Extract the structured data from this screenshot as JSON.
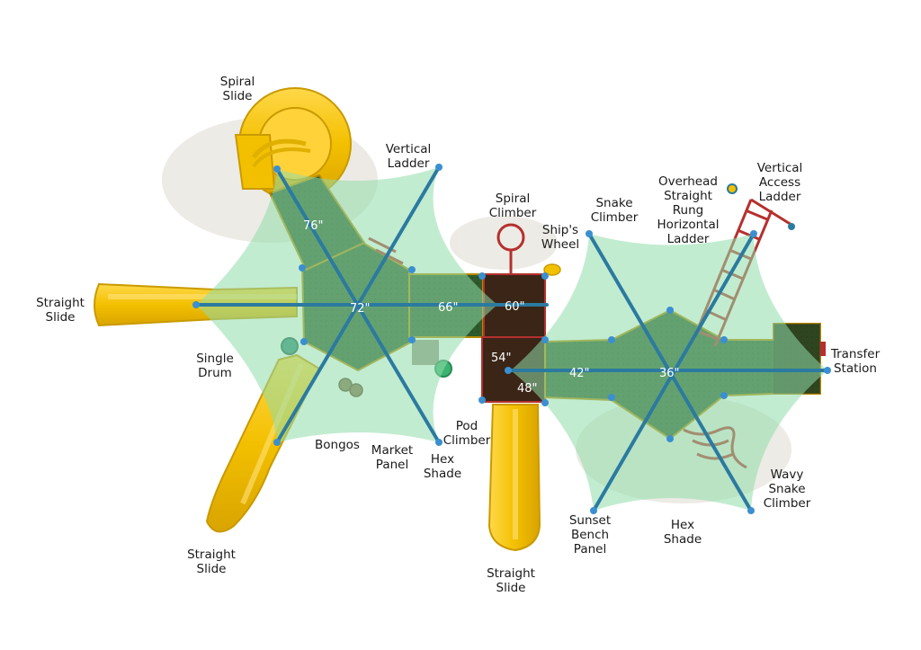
{
  "labels": {
    "spiral_slide": [
      "Spiral",
      "Slide"
    ],
    "vertical_ladder": [
      "Vertical",
      "Ladder"
    ],
    "spiral_climber": [
      "Spiral",
      "Climber"
    ],
    "ships_wheel": [
      "Ship's",
      "Wheel"
    ],
    "snake_climber": [
      "Snake",
      "Climber"
    ],
    "overhead_ladder": [
      "Overhead",
      "Straight",
      "Rung",
      "Horizontal",
      "Ladder"
    ],
    "vertical_access_ladder": [
      "Vertical",
      "Access",
      "Ladder"
    ],
    "straight_slide_left": [
      "Straight",
      "Slide"
    ],
    "single_drum": [
      "Single",
      "Drum"
    ],
    "transfer_station": [
      "Transfer",
      "Station"
    ],
    "bongos": [
      "Bongos"
    ],
    "market_panel": [
      "Market",
      "Panel"
    ],
    "hex_shade_left": [
      "Hex",
      "Shade"
    ],
    "pod_climber": [
      "Pod",
      "Climber"
    ],
    "wavy_snake_climber": [
      "Wavy",
      "Snake",
      "Climber"
    ],
    "straight_slide_bottom_left": [
      "Straight",
      "Slide"
    ],
    "sunset_bench_panel": [
      "Sunset",
      "Bench",
      "Panel"
    ],
    "hex_shade_right": [
      "Hex",
      "Shade"
    ],
    "straight_slide_bottom_center": [
      "Straight",
      "Slide"
    ]
  },
  "dimensions": {
    "d76": "76\"",
    "d72": "72\"",
    "d66": "66\"",
    "d60": "60\"",
    "d54": "54\"",
    "d48": "48\"",
    "d42": "42\"",
    "d36": "36\""
  },
  "colors": {
    "deck": "#2f5a2c",
    "shade": "#7fd4a0",
    "slide": "#f2c200",
    "post": "#2b7aa0",
    "roof": "#3a2516",
    "climber": "#b5302e"
  }
}
